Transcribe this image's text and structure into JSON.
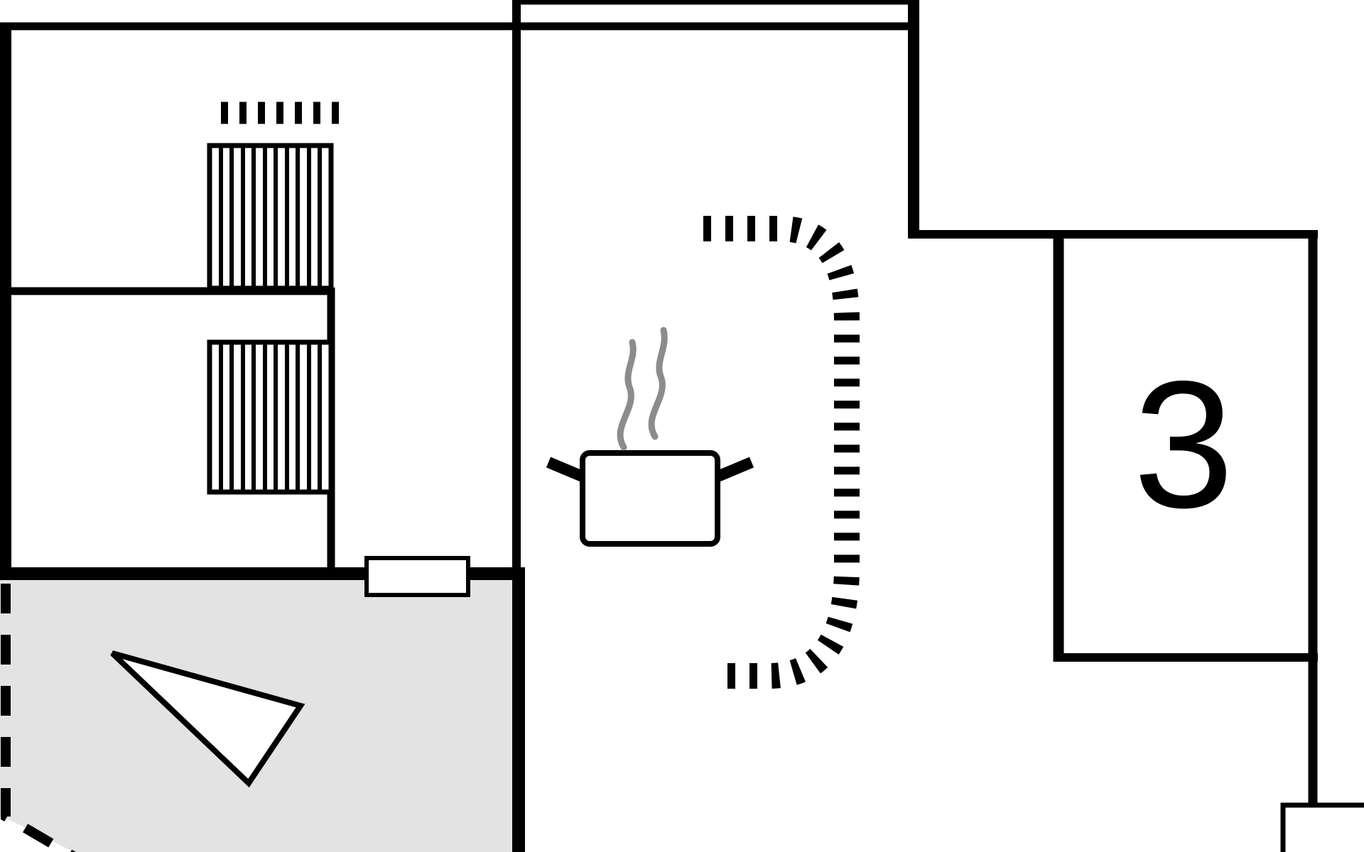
{
  "floorplan": {
    "room_labels": {
      "room_3": "3"
    },
    "colors": {
      "wall": "#000000",
      "background": "#ffffff",
      "terrace_fill": "#e3e3e3",
      "steam": "#8c8c8c"
    },
    "icons": {
      "stairs": "stairs-icon",
      "stair_cut_line": "stair-cut-line-icon",
      "cooking_pot": "cooking-pot-icon",
      "steam": "steam-icon",
      "direction_arrow": "direction-arrow-icon",
      "curved_opening": "dashed-curved-opening-icon",
      "window": "window-marker",
      "chimney": "chimney-marker"
    }
  }
}
